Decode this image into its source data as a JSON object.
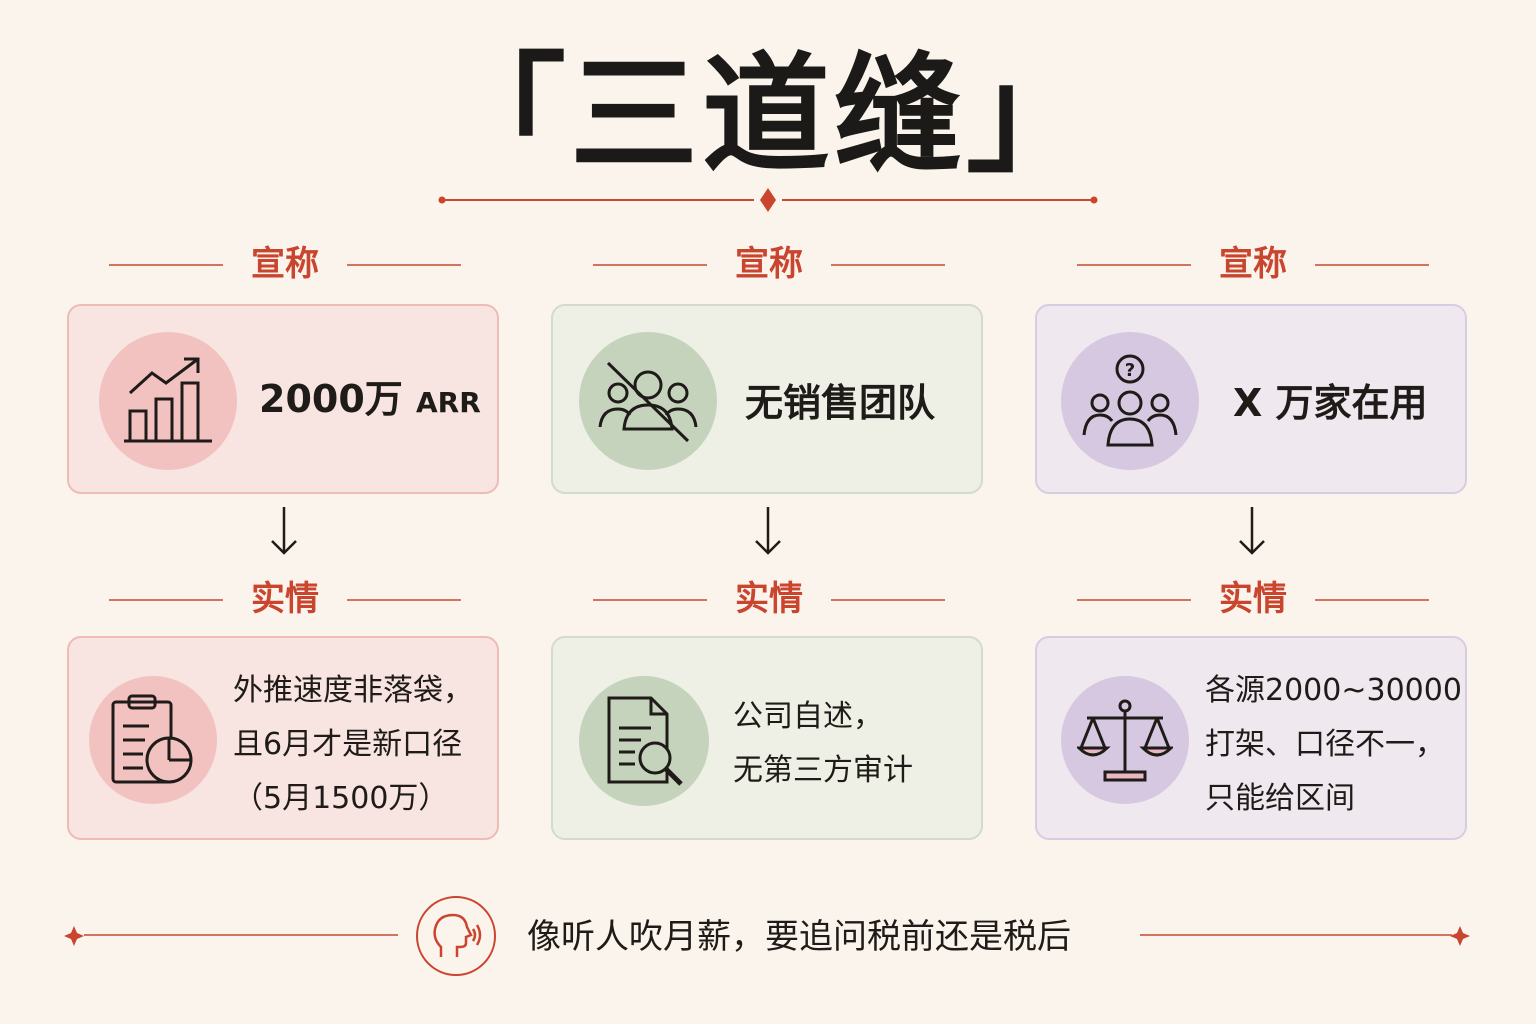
{
  "title": "「三道缝」",
  "columns": [
    {
      "claim_label": "宣称",
      "claim_text": "2000万",
      "claim_suffix": "ARR",
      "claim_icon": "growth-chart-icon",
      "fact_label": "实情",
      "fact_lines": [
        "外推速度非落袋，",
        "且6月才是新口径",
        "（5月1500万）"
      ],
      "fact_icon": "clipboard-pie-chart-icon",
      "accent": "#e9b6b2"
    },
    {
      "claim_label": "宣称",
      "claim_text": "无销售团队",
      "claim_suffix": "",
      "claim_icon": "no-team-icon",
      "fact_label": "实情",
      "fact_lines": [
        "公司自述，",
        "无第三方审计"
      ],
      "fact_icon": "document-search-icon",
      "accent": "#c5d3bc"
    },
    {
      "claim_label": "宣称",
      "claim_text": "X 万家在用",
      "claim_suffix": "",
      "claim_icon": "users-question-icon",
      "fact_label": "实情",
      "fact_lines": [
        "各源2000~30000",
        "打架、口径不一，",
        "只能给区间"
      ],
      "fact_icon": "balance-scale-icon",
      "accent": "#d6c8e0"
    }
  ],
  "footer": {
    "text": "像听人吹月薪，要追问税前还是税后",
    "icon": "speaking-head-icon"
  },
  "colors": {
    "background": "#fbf4ec",
    "accent_red": "#c9452e",
    "card1_bg": "#f8e4e0",
    "card2_bg": "#eef0e6",
    "card3_bg": "#efe8ef"
  }
}
